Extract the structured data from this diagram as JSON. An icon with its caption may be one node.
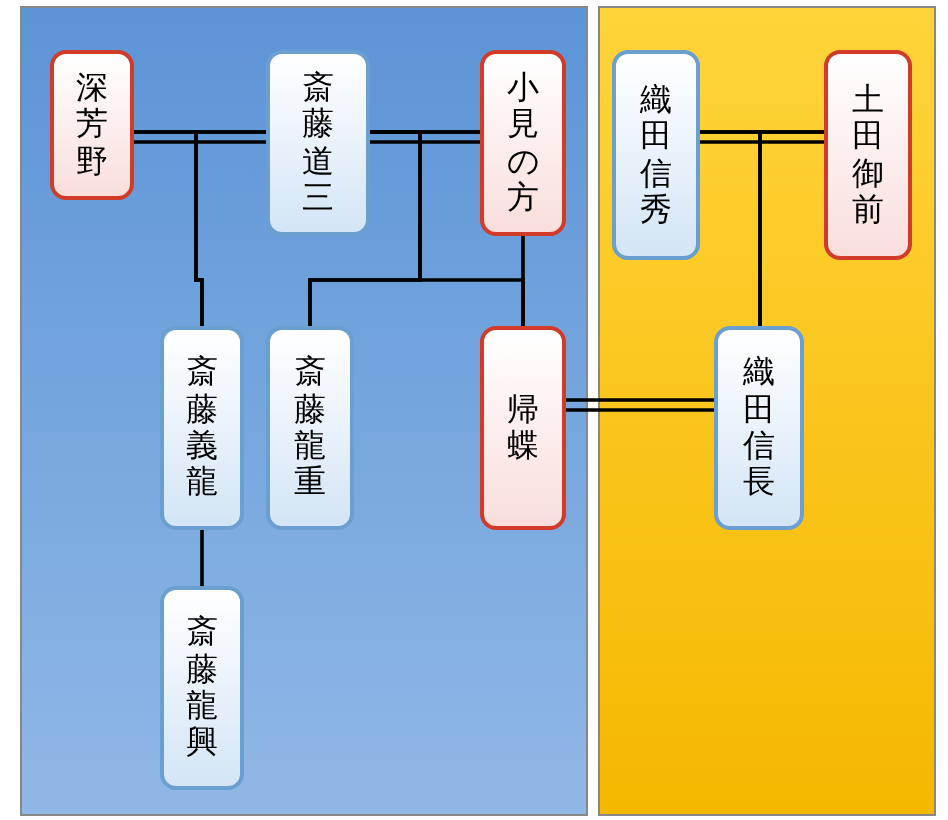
{
  "diagram": {
    "nodes": [
      {
        "text": [
          "深芳野"
        ]
      },
      {
        "text": [
          "斎藤道三"
        ]
      },
      {
        "text": [
          "小見の方"
        ]
      },
      {
        "text": [
          "織田信秀"
        ]
      },
      {
        "text": [
          "土田御前"
        ]
      },
      {
        "text": [
          "斎藤義龍"
        ]
      },
      {
        "text": [
          "斎藤龍重"
        ]
      },
      {
        "text": [
          "帰蝶"
        ]
      },
      {
        "text": [
          "織田信長"
        ]
      },
      {
        "text": [
          "斎藤龍興"
        ]
      }
    ],
    "edges": [
      {
        "from": 0,
        "to": 1,
        "arrow": "none"
      },
      {
        "from": 1,
        "to": 2,
        "arrow": "none"
      },
      {
        "from": 3,
        "to": 4,
        "arrow": "none"
      },
      {
        "from": 7,
        "to": 8,
        "arrow": "none"
      },
      {
        "from": 0,
        "to": 5,
        "arrow": "none"
      },
      {
        "from": 1,
        "to": 5,
        "arrow": "none"
      },
      {
        "from": 1,
        "to": 6,
        "arrow": "none"
      },
      {
        "from": 2,
        "to": 6,
        "arrow": "none"
      },
      {
        "from": 1,
        "to": 7,
        "arrow": "none"
      },
      {
        "from": 2,
        "to": 7,
        "arrow": "none"
      },
      {
        "from": 3,
        "to": 8,
        "arrow": "none"
      },
      {
        "from": 4,
        "to": 8,
        "arrow": "none"
      },
      {
        "from": 5,
        "to": 9,
        "arrow": "none"
      }
    ]
  }
}
